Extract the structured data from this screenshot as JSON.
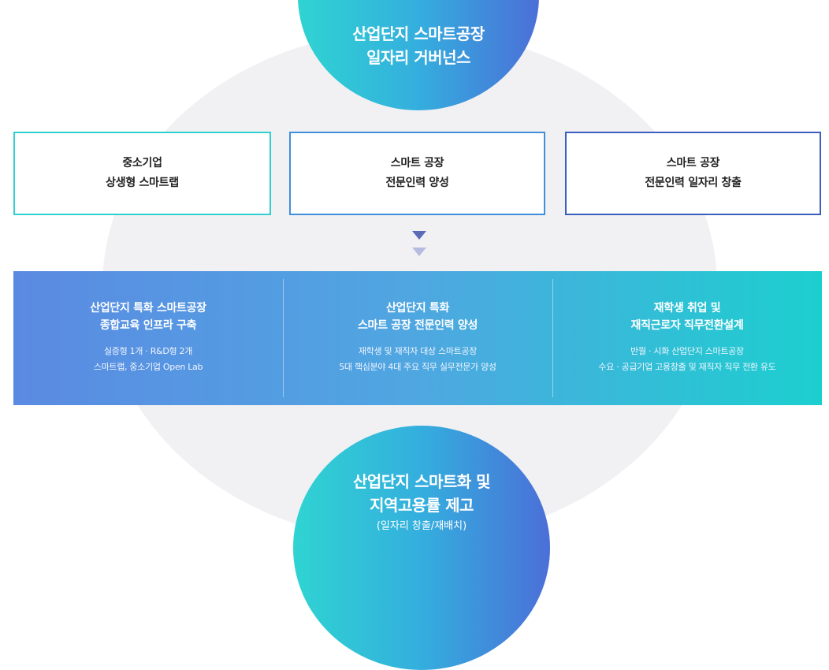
{
  "top_dome": {
    "line1": "산업단지 스마트공장",
    "line2": "일자리 거버넌스"
  },
  "boxes": [
    {
      "line1": "중소기업",
      "line2": "상생형 스마트랩"
    },
    {
      "line1": "스마트 공장",
      "line2": "전문인력 양성"
    },
    {
      "line1": "스마트 공장",
      "line2": "전문인력 일자리 창출"
    }
  ],
  "panels": [
    {
      "title1": "산업단지 특화 스마트공장",
      "title2": "종합교육 인프라 구축",
      "desc1": "실증형 1개 · R&D형 2개",
      "desc2": "스마트랩, 중소기업 Open Lab"
    },
    {
      "title1": "산업단지 특화",
      "title2": "스마트 공장 전문인력 양성",
      "desc1": "재학생 및 재직자 대상 스마트공장",
      "desc2": "5대 핵심분야 4대 주요 직무 실무전문가 양성"
    },
    {
      "title1": "재학생 취업 및",
      "title2": "재직근로자 직무전환설계",
      "desc1": "반월 · 시화 산업단지 스마트공장",
      "desc2": "수요 · 공급기업 고용창출 및 재직자 직무 전환 유도"
    }
  ],
  "bottom_dome": {
    "line1": "산업단지 스마트화 및",
    "line2": "지역고용률 제고",
    "line3": "(일자리 창출/재배치)"
  },
  "colors": {
    "accent_teal": "#2fd4d2",
    "accent_blue": "#4b6fd8",
    "band_left": "#5b8ae2",
    "band_right": "#1ccfcf",
    "background_ellipse": "#f1f1f3"
  }
}
